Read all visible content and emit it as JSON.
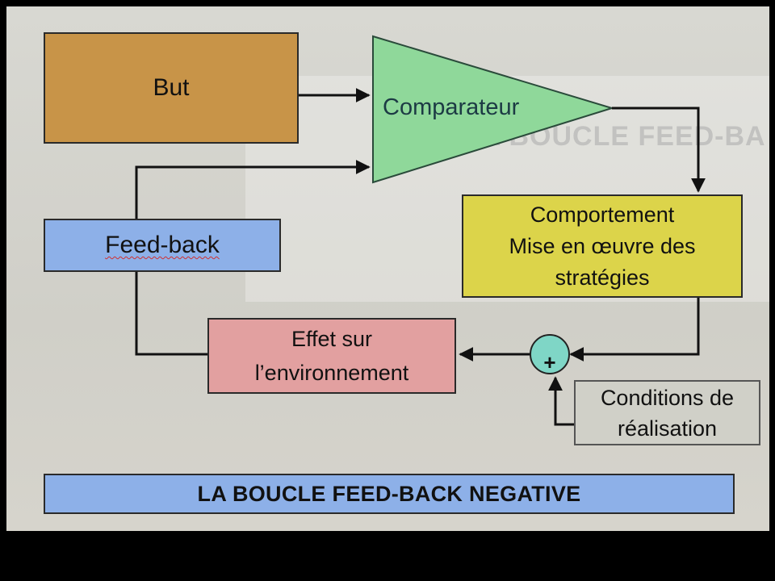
{
  "background": {
    "ghost_title": "LA BOUCLE FEED-BA"
  },
  "blocks": {
    "but": "But",
    "comparateur": "Comparateur",
    "comportement": [
      "Comportement",
      "Mise en œuvre des",
      "stratégies"
    ],
    "feedback": "Feed-back",
    "effet": [
      "Effet sur",
      "l’environnement"
    ],
    "sum": "+",
    "conditions": [
      "Conditions de",
      "réalisation"
    ]
  },
  "banner": "LA BOUCLE FEED-BACK NEGATIVE",
  "colors": {
    "but": "#c89448",
    "comparateur": "#8fd89a",
    "comportement": "#dcd44a",
    "feedback": "#8db0e8",
    "effet": "#e2a0a0",
    "sum": "#7fd6c6",
    "conditions": "#d0d0c8",
    "banner": "#8db0e8"
  }
}
